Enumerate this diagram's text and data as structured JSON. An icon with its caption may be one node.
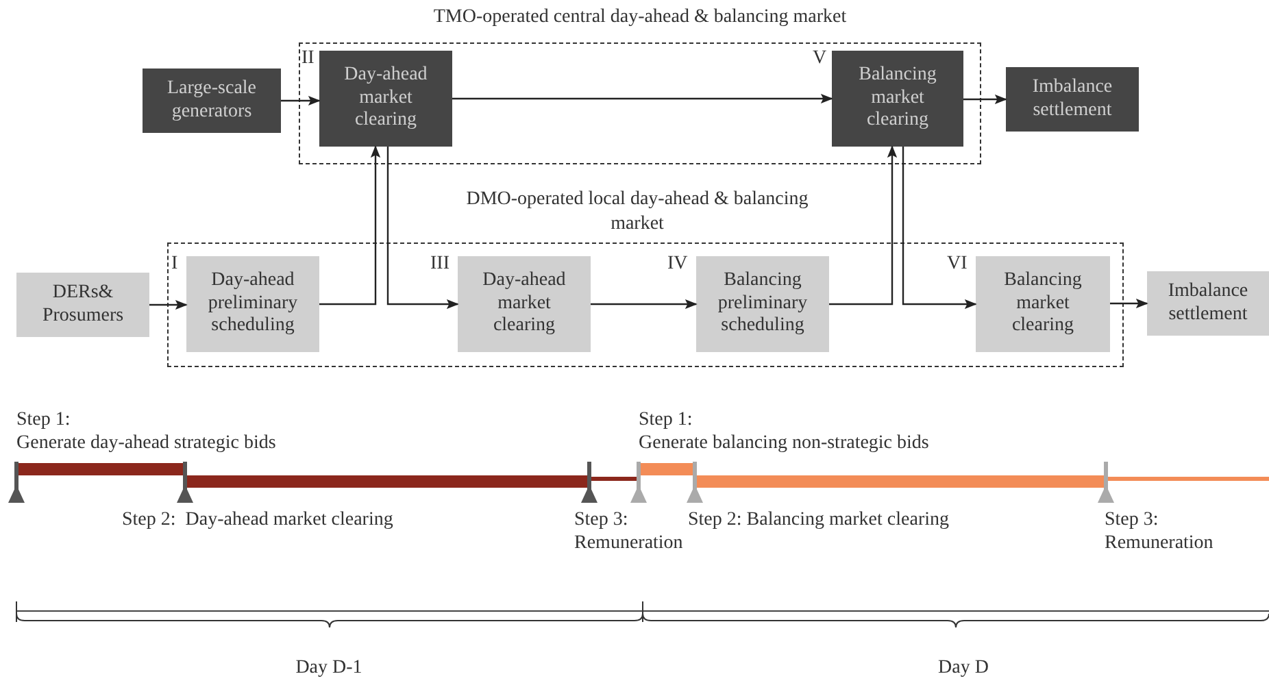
{
  "diagram": {
    "nodes": [
      {
        "text": [
          "TMO-operated central day-ahead & balancing market"
        ]
      },
      {
        "text": [
          "Large-scale generators"
        ]
      },
      {
        "text": [
          "Day-ahead market clearing"
        ],
        "beside": [
          "II"
        ],
        "in": 0
      },
      {
        "text": [
          "Balancing market clearing"
        ],
        "beside": [
          "V"
        ],
        "in": 0
      },
      {
        "text": [
          "Imbalance settlement"
        ]
      },
      {
        "text": [
          "DMO-operated local day-ahead & balancing market"
        ]
      },
      {
        "text": [
          "DERs& Prosumers"
        ]
      },
      {
        "text": [
          "Day-ahead preliminary scheduling"
        ],
        "beside": [
          "I"
        ],
        "in": 5
      },
      {
        "text": [
          "Day-ahead market clearing"
        ],
        "beside": [
          "III"
        ],
        "in": 5
      },
      {
        "text": [
          "Balancing preliminary scheduling"
        ],
        "beside": [
          "IV"
        ],
        "in": 5
      },
      {
        "text": [
          "Balancing market clearing"
        ],
        "beside": [
          "VI"
        ],
        "in": 5
      },
      {
        "text": [
          "Imbalance settlement"
        ]
      }
    ],
    "edges": [
      {
        "from": 1,
        "to": 2,
        "arrow": "to"
      },
      {
        "from": 6,
        "to": 7,
        "arrow": "to"
      },
      {
        "from": 7,
        "to": 2,
        "arrow": "to"
      },
      {
        "from": 2,
        "to": 8,
        "arrow": "to"
      },
      {
        "from": 8,
        "to": 9,
        "arrow": "to"
      },
      {
        "from": 9,
        "to": 3,
        "arrow": "to"
      },
      {
        "from": 3,
        "to": 10,
        "arrow": "to"
      },
      {
        "from": 10,
        "to": 11,
        "arrow": "to"
      },
      {
        "from": 2,
        "to": 3,
        "arrow": "to"
      },
      {
        "from": 3,
        "to": 4,
        "arrow": "to"
      }
    ],
    "labels": [
      "Step 1:",
      "Generate day-ahead strategic bids",
      "Step 1:",
      "Generate balancing non-strategic bids",
      "Step 2:  Day-ahead market clearing",
      "Step 3: Remuneration",
      "Step 2: Balancing market clearing",
      "Step 3: Remuneration",
      "Day D-1",
      "Day D"
    ]
  }
}
